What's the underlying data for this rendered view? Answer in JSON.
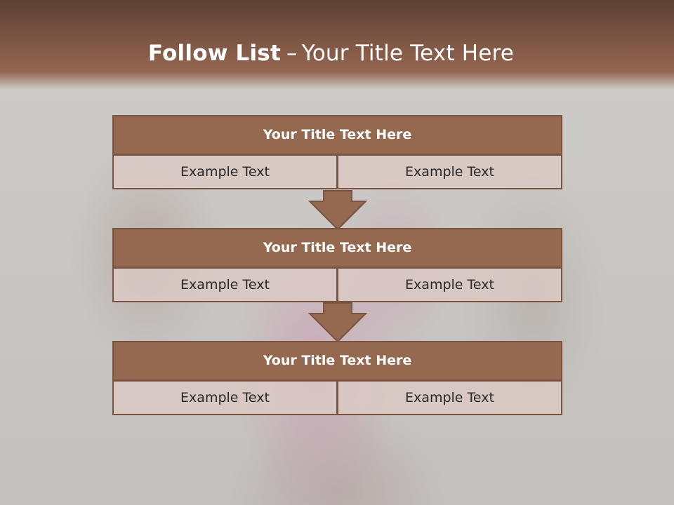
{
  "slide": {
    "title_bold": "Follow List",
    "title_separator": "–",
    "title_rest": "Your Title Text Here"
  },
  "blocks": [
    {
      "title": "Your Title Text Here",
      "cells": [
        "Example Text",
        "Example Text"
      ]
    },
    {
      "title": "Your Title Text Here",
      "cells": [
        "Example Text",
        "Example Text"
      ]
    },
    {
      "title": "Your Title Text Here",
      "cells": [
        "Example Text",
        "Example Text"
      ]
    }
  ],
  "colors": {
    "header": "#7d5644",
    "block_title_fill": "#956850",
    "border": "#7a5443",
    "cell_fill": "#d9c8c3",
    "arrow_fill": "#956850"
  },
  "icons": [
    "down-arrow-icon",
    "down-arrow-icon"
  ]
}
